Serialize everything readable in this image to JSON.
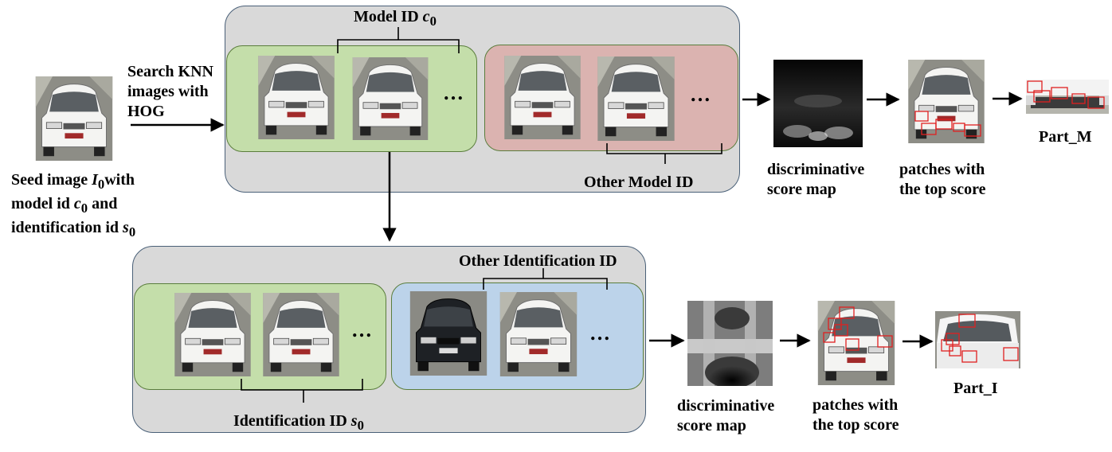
{
  "seed": {
    "label_line1_pre": "Seed image ",
    "label_line1_var": "I",
    "label_line1_sub": "0",
    "label_line1_post": "with",
    "label_line2_pre": "model id ",
    "label_line2_var": "c",
    "label_line2_sub": "0",
    "label_line2_post": " and",
    "label_line3_pre": "identification id ",
    "label_line3_var": "s",
    "label_line3_sub": "0"
  },
  "search": {
    "line1": "Search KNN",
    "line2": "images with",
    "line3": "HOG"
  },
  "top_panel": {
    "model_id_pre": "Model ID ",
    "model_id_var": "c",
    "model_id_sub": "0",
    "ellipsis_same": "…",
    "ellipsis_other": "…",
    "other_model_label": "Other Model ID"
  },
  "bottom_panel": {
    "other_ident_label": "Other Identification ID",
    "ident_pre": "Identification ID ",
    "ident_var": "s",
    "ident_sub": "0",
    "ellipsis_same": "…",
    "ellipsis_other": "…"
  },
  "top_chain": {
    "map_line1": "discriminative",
    "map_line2": "score map",
    "patch_line1": "patches with",
    "patch_line2": "the top score",
    "part": "Part_M"
  },
  "bottom_chain": {
    "map_line1": "discriminative",
    "map_line2": "score map",
    "patch_line1": "patches with",
    "patch_line2": "the top score",
    "part": "Part_I"
  },
  "colors": {
    "gray_panel": "#d9d9d9",
    "green_panel": "#c4deaa",
    "red_panel": "#dbb3b0",
    "blue_panel": "#bcd3ea",
    "patch_box": "#e02020"
  }
}
